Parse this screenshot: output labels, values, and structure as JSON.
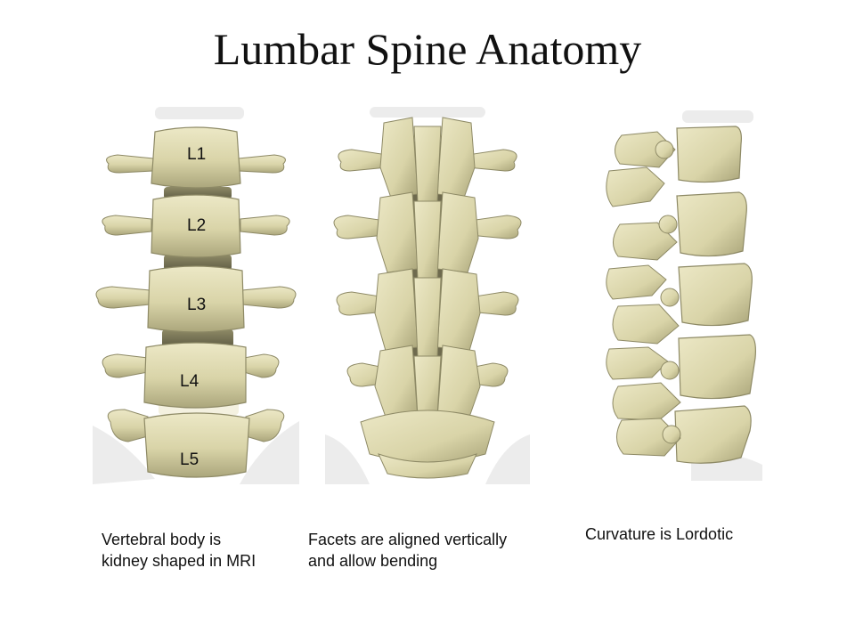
{
  "title": "Lumbar Spine Anatomy",
  "vertebra_labels": [
    "L1",
    "L2",
    "L3",
    "L4",
    "L5"
  ],
  "captions": {
    "front": [
      "Vertebral body is",
      "kidney shaped in MRI"
    ],
    "back": [
      "Facets are aligned vertically",
      "and allow bending"
    ],
    "side": [
      "Curvature is Lordotic"
    ]
  },
  "colors": {
    "bone": "#d9d4a8",
    "bone_shadow": "#a9a479",
    "bone_highlight": "#ece8c6",
    "background_bone": "#ececec"
  }
}
